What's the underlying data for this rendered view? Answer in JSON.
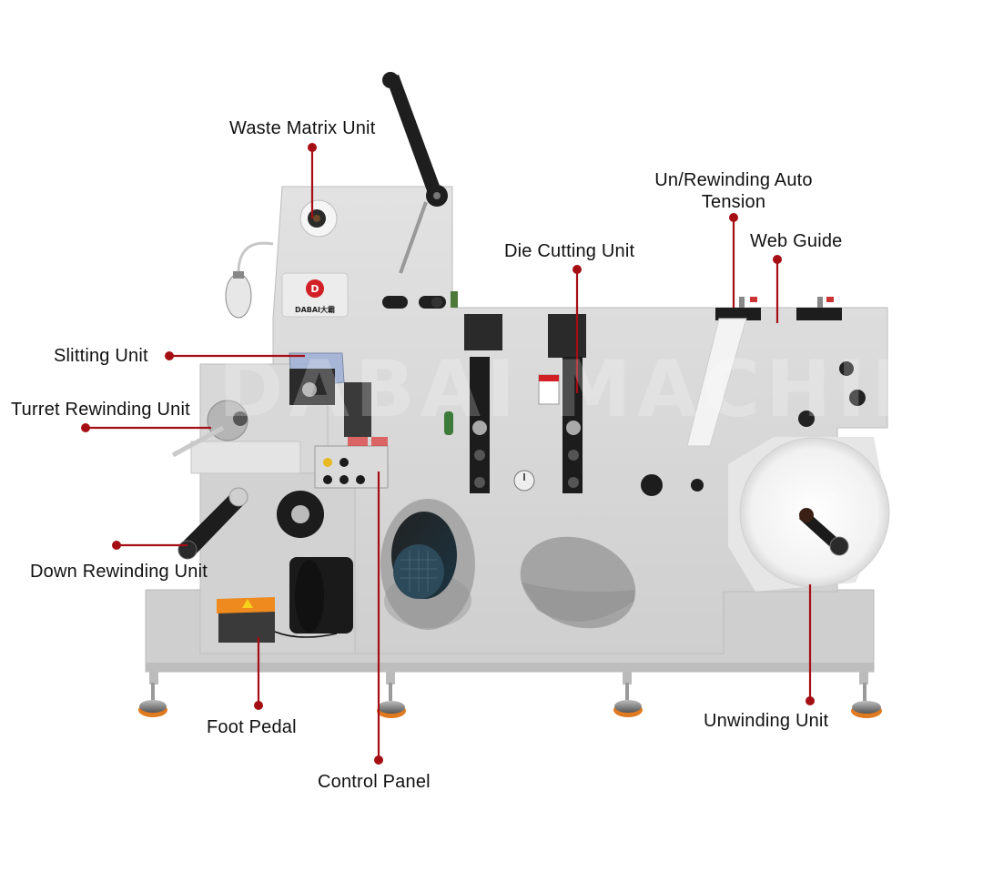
{
  "figure": {
    "subject": "Label slitting and die cutting machine",
    "brand_logo_text": "DABAI大霸",
    "watermark_text": "DABAI MACHINERY",
    "pedal_warning_icon": "warning-triangle-icon",
    "accent_color": "#a50f14",
    "machine_body_color": "#d6d6d6"
  },
  "callouts": [
    {
      "id": "waste-matrix-unit",
      "label": "Waste Matrix Unit"
    },
    {
      "id": "un-rewinding-auto-tension",
      "label_line1": "Un/Rewinding Auto",
      "label_line2": "Tension"
    },
    {
      "id": "web-guide",
      "label": "Web Guide"
    },
    {
      "id": "die-cutting-unit",
      "label": "Die Cutting Unit"
    },
    {
      "id": "slitting-unit",
      "label": "Slitting Unit"
    },
    {
      "id": "turret-rewinding-unit",
      "label": "Turret Rewinding Unit"
    },
    {
      "id": "down-rewinding-unit",
      "label": "Down Rewinding Unit"
    },
    {
      "id": "foot-pedal",
      "label": "Foot Pedal"
    },
    {
      "id": "control-panel",
      "label": "Control Panel"
    },
    {
      "id": "unwinding-unit",
      "label": "Unwinding Unit"
    }
  ]
}
